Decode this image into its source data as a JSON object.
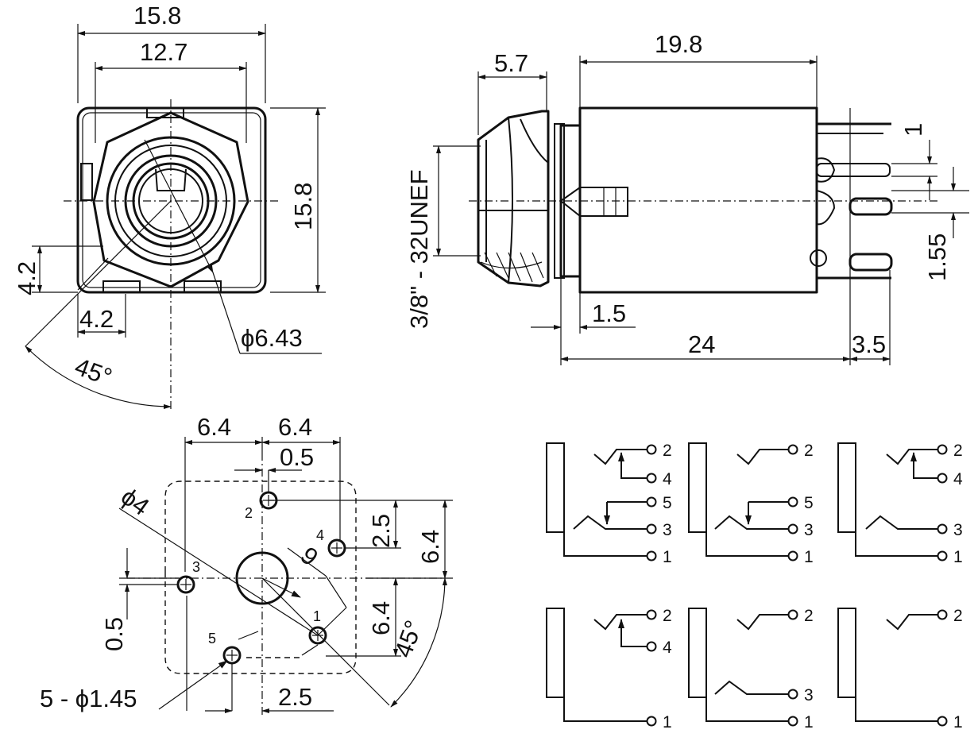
{
  "front_view": {
    "width_outer": "15.8",
    "width_inner": "12.7",
    "height": "15.8",
    "offset_left": "4.2",
    "offset_bottom": "4.2",
    "angle": "45°",
    "diameter": "ϕ6.43"
  },
  "side_view": {
    "nut_length": "5.7",
    "body_length": "19.8",
    "thread": "3/8\" - 32UNEF",
    "pin_width": "1",
    "pin_spacing": "1.55",
    "flange": "1.5",
    "total_length": "24",
    "pin_offset": "3.5"
  },
  "pcb_layout": {
    "left_half": "6.4",
    "right_half": "6.4",
    "pin2_offset": "0.5",
    "center_diameter": "ϕ4",
    "pin4_offset": "2.5",
    "height_upper": "6.4",
    "radius": "9",
    "pin3_offset": "0.5",
    "height_lower": "6.4",
    "angle": "45°",
    "holes": "5 - ϕ1.45",
    "bottom_offset": "2.5",
    "pins": [
      "1",
      "2",
      "3",
      "4",
      "5"
    ]
  },
  "schematics": [
    {
      "pins": [
        "2",
        "4",
        "5",
        "3",
        "1"
      ]
    },
    {
      "pins": [
        "2",
        "5",
        "3",
        "1"
      ]
    },
    {
      "pins": [
        "2",
        "4",
        "3",
        "1"
      ]
    },
    {
      "pins": [
        "2",
        "4",
        "1"
      ]
    },
    {
      "pins": [
        "2",
        "3",
        "1"
      ]
    },
    {
      "pins": [
        "2",
        "1"
      ]
    }
  ]
}
